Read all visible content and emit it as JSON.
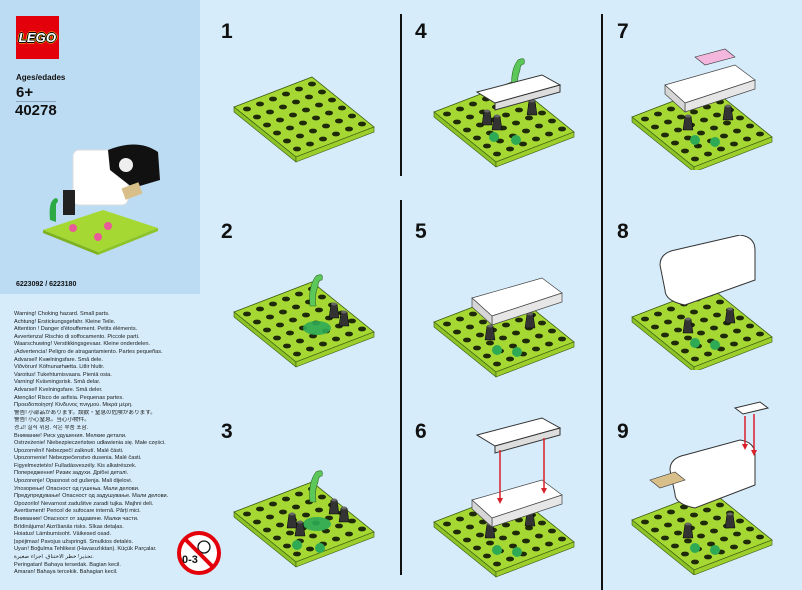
{
  "brand": {
    "logo_text": "LEGO",
    "logo_color": "#e3000b",
    "logo_border": "#f7d117"
  },
  "product": {
    "ages_label": "Ages/edades",
    "age": "6+",
    "set_number": "40278",
    "element_codes": "6223092 / 6223180"
  },
  "warnings": [
    "Warning! Choking hazard. Small parts.",
    "Achtung! Erstickungsgefahr. Kleine Teile.",
    "Attention ! Danger d'étouffement. Petits éléments.",
    "Avvertenza! Rischio di soffocamento. Piccole parti.",
    "Waarschuwing! Verstikkingsgevaar. Kleine onderdelen.",
    "¡Advertencia! Peligro de atragantamiento. Partes pequeñas.",
    "Advarsel! Kvælningsfare. Små dele.",
    "Viðvörun! Köfnunarhætta. Litlir hlutir.",
    "Varoitus! Tukehtumisvaara. Pieniä osia.",
    "Varning! Kvävningsrisk. Små delar.",
    "Advarsel! Kvelningsfare. Små deler.",
    "Atenção! Risco de asfixia. Pequenas partes.",
    "Προειδοποίηση! Κίνδυνος πνιγμού. Μικρά μέρη.",
    "警告! 小部品があります。誤飲・窒息の危険があります。",
    "警告! 小心窒息。当心小物件。",
    "경고! 질식 위험. 작은 부품 포함.",
    "Внимание! Риск удушения. Мелкие детали.",
    "Ostrzeżenie! Niebezpieczeństwo udławienia się. Małe części.",
    "Upozornění! Nebezpečí zalknutí. Malé části.",
    "Upozornenie! Nebezpečenstvo dusenia. Malé časti.",
    "Figyelmeztetés! Fulladásveszély. Kis alkatrészek.",
    "Попередження! Ризик задухи. Дрібні деталі.",
    "Upozorenje! Opasnost od gušenja. Mali dijelovi.",
    "Упозорење! Опасност од гушења. Мали делови.",
    "Предупредување! Опасност од задушување. Мали делови.",
    "Opozorilo! Nevarnost zadušitve zaradi tujka. Majhni deli.",
    "Avertisment! Pericol de sufocare internă. Părți mici.",
    "Внимание! Опасност от задавяне. Малки части.",
    "Brīdinājums! Aizrīšanās risks. Sīkas detaļas.",
    "Hoiatus! Lämbumisoht. Väikesed osad.",
    "Įspėjimas! Pavojus užspringti. Smulkios detalės.",
    "Uyarı! Boğulma Tehlikesi (Havasızlıktan). Küçük Parçalar.",
    "تحذير! خطر الاختناق. أجزاء صغيرة.",
    "Peringatan! Bahaya tersedak. Bagian kecil.",
    "Amaran! Bahaya tercekik. Bahagian kecil."
  ],
  "choke_icon": {
    "label": "0-3",
    "color": "#e3000b"
  },
  "steps": [
    {
      "number": "1"
    },
    {
      "number": "2"
    },
    {
      "number": "3"
    },
    {
      "number": "4"
    },
    {
      "number": "5"
    },
    {
      "number": "6"
    },
    {
      "number": "7"
    },
    {
      "number": "8"
    },
    {
      "number": "9"
    }
  ],
  "colors": {
    "page_bg": "#d6ecfa",
    "sidebar_bg": "#bcdcf4",
    "baseplate_green": "#a6d834",
    "plant_green": "#5cc85a",
    "trans_green": "#2eaa55",
    "pink": "#f3b6dc",
    "tan": "#d8bf8a",
    "arrow_red": "#d8202a"
  }
}
